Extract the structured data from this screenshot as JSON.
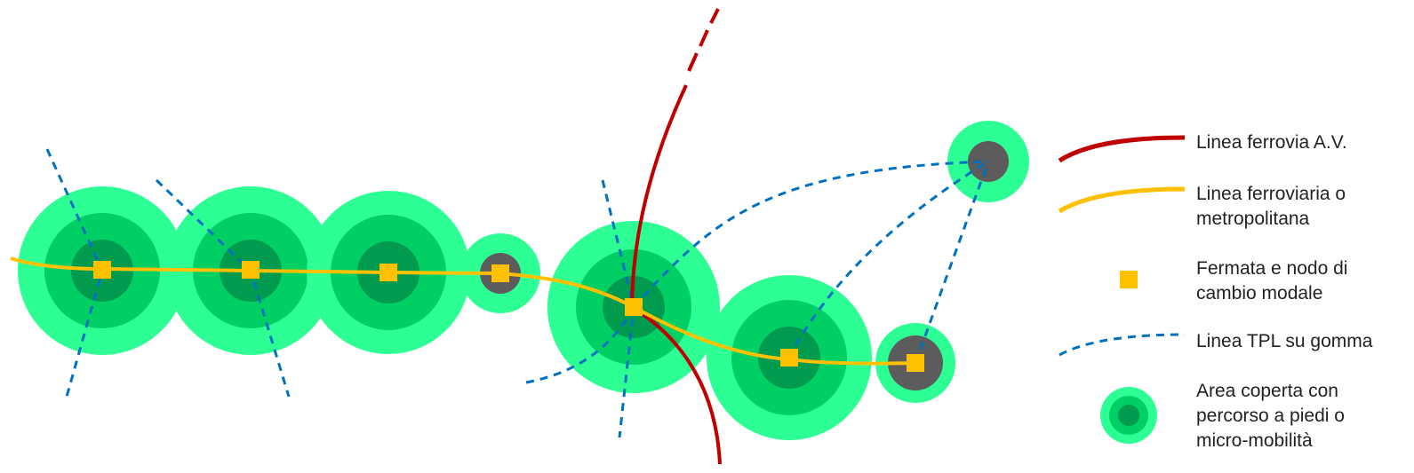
{
  "colors": {
    "zone_outer": "#2EFF95",
    "zone_middle": "#00CF64",
    "zone_inner": "#009B4E",
    "hub": "#5C5C5C",
    "rail_hv": "#C00000",
    "rail_metro": "#FFC000",
    "stop": "#FFC000",
    "bus": "#0070C0"
  },
  "icons": {
    "hv_rail": "red-curve-line",
    "metro": "yellow-curve-line",
    "stop": "yellow-square",
    "bus": "blue-dashed-curve",
    "coverage": "concentric-green-circles"
  },
  "legend": {
    "hv_rail": "Linea ferrovia A.V.",
    "metro": "Linea ferroviaria o\nmetropolitana",
    "stop": "Fermata e nodo di\ncambio modale",
    "bus": "Linea TPL su gomma",
    "coverage": "Area coperta con\npercorso a piedi o\nmicro-mobilità"
  }
}
